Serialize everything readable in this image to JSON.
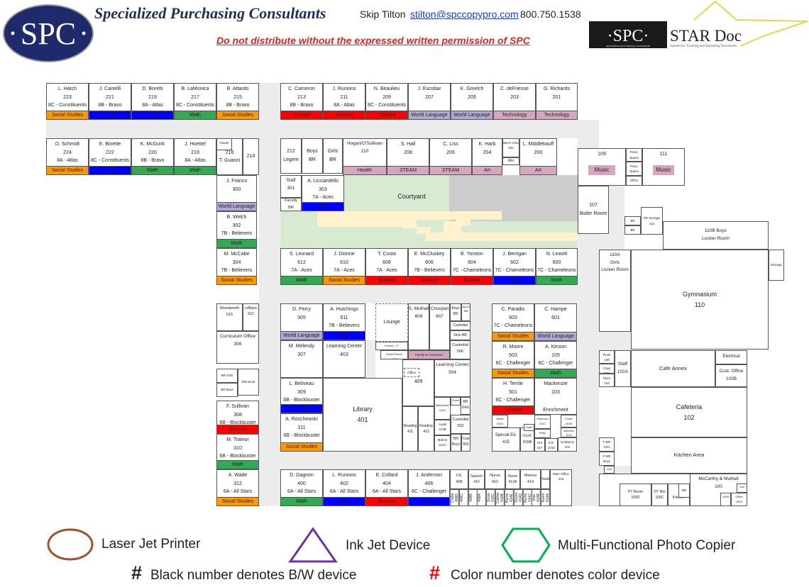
{
  "header": {
    "logo_text": "SPC",
    "company": "Specialized Purchasing Consultants",
    "contact_name": "Skip Tilton",
    "email": "stilton@spccopypro.com",
    "phone": "800.750.1538",
    "warning": "Do not distribute without the expressed written permission of SPC",
    "star_logo": {
      "spc": "·SPC·",
      "name": "STAR Doc",
      "spc_sub": "specialized purchasing consultants",
      "tagline": "System for Tracking and Reporting Documents"
    }
  },
  "subject_colors": {
    "Social Studies": "#ff9900",
    "ELA": "#0000ff",
    "Math": "#34a853",
    "Science": "#ff0000",
    "World Language": "#b4a7d6",
    "Technology": "#d5a6bd",
    "Health": "#d5a6bd",
    "STEAM": "#d5a6bd",
    "Art": "#d5a6bd",
    "Music": "#d5a6bd",
    "Enrichment": "#ffffff"
  },
  "courtyard": {
    "label": "Courtyard",
    "color": "#d9ead3",
    "path_color": "#fff2cc",
    "paved_color": "#cccccc"
  },
  "rooms": [
    {
      "lines": [
        "L. Hatch",
        "223",
        "8C - Constituents"
      ],
      "subject": "Social Studies"
    },
    {
      "lines": [
        "J. Cantelli",
        "221",
        "8B - Bravo"
      ],
      "subject": "ELA"
    },
    {
      "lines": [
        "D. Boretti",
        "219",
        "8A - Atlas"
      ],
      "subject": "ELA"
    },
    {
      "lines": [
        "B. LaMonica",
        "217",
        "8C - Constituents"
      ],
      "subject": "Math"
    },
    {
      "lines": [
        "B. Attardo",
        "215",
        "8B - Bravo"
      ],
      "subject": "Social Studies"
    },
    {
      "lines": [
        "C. Cameron",
        "213",
        "8B - Bravo"
      ],
      "subject": "Science"
    },
    {
      "lines": [
        "J. Runions",
        "211",
        "8A - Atlas"
      ],
      "subject": "Science"
    },
    {
      "lines": [
        "N. Beaulieu",
        "209",
        "8C - Constituents"
      ],
      "subject": "Science"
    },
    {
      "lines": [
        "J. Escobar",
        "207"
      ],
      "subject": "World Language"
    },
    {
      "lines": [
        "K. Gmelch",
        "205"
      ],
      "subject": "World Language"
    },
    {
      "lines": [
        "C. deFriesse",
        "203"
      ],
      "subject": "Technology"
    },
    {
      "lines": [
        "G. Richards",
        "201"
      ],
      "subject": "Technology"
    },
    {
      "lines": [
        "D. Schmidt",
        "224",
        "8A - Atlas"
      ],
      "subject": "Social Studies"
    },
    {
      "lines": [
        "E. Binette",
        "222",
        "8C - Constituents"
      ],
      "subject": "ELA"
    },
    {
      "lines": [
        "K. McGuirk",
        "220",
        "8B - Bravo"
      ],
      "subject": "Math"
    },
    {
      "lines": [
        "J. Hoettel",
        "218",
        "8A - Atlas"
      ],
      "subject": "Math"
    },
    {
      "lines": [
        "",
        "216",
        "T. Guanci"
      ]
    },
    {
      "lines": [
        "Closet"
      ]
    },
    {
      "lines": [
        "214"
      ]
    },
    {
      "lines": [
        "212",
        "Legere"
      ]
    },
    {
      "lines": [
        "Boys",
        "BR"
      ]
    },
    {
      "lines": [
        "Girls",
        "BR"
      ]
    },
    {
      "lines": [
        "Hogan/O'Sullivan",
        "210"
      ],
      "subject": "Health"
    },
    {
      "lines": [
        "S. Hall",
        "208"
      ],
      "subject": "STEAM"
    },
    {
      "lines": [
        "C. Liss",
        "206"
      ],
      "subject": "STEAM"
    },
    {
      "lines": [
        "K. Harb",
        "204"
      ],
      "subject": "Art"
    },
    {
      "lines": [
        "Sister's Closet",
        "202"
      ]
    },
    {
      "lines": [
        "Kiln"
      ]
    },
    {
      "lines": [
        "L. Middlekauff",
        "200"
      ],
      "subject": "Art"
    },
    {
      "lines": [
        "J. Franco",
        "300"
      ],
      "subject": "World Language"
    },
    {
      "lines": [
        "B. Welch",
        "302",
        "7B - Believers"
      ],
      "subject": "Math"
    },
    {
      "lines": [
        "M. McCabe",
        "304",
        "7B - Believers"
      ],
      "subject": "Social Studies"
    },
    {
      "lines": [
        "Staff",
        "301"
      ]
    },
    {
      "lines": [
        "Faculty",
        "BR"
      ]
    },
    {
      "lines": [
        "A. Licciardello",
        "303",
        "7A - Aces"
      ],
      "subject": "ELA"
    },
    {
      "lines": [
        "S. Leonard",
        "612",
        "7A - Aces"
      ],
      "subject": "Math"
    },
    {
      "lines": [
        "J. Dionne",
        "610",
        "7A - Aces"
      ],
      "subject": "Social Studies"
    },
    {
      "lines": [
        "T. Costa",
        "608",
        "7A - Aces"
      ],
      "subject": "Science"
    },
    {
      "lines": [
        "E. McCluskey",
        "606",
        "7B - Believers"
      ],
      "subject": "Science"
    },
    {
      "lines": [
        "B. Yorston",
        "604",
        "7C - Chameleons"
      ],
      "subject": "Science"
    },
    {
      "lines": [
        "J. Berrigan",
        "602",
        "7C - Chameleons"
      ],
      "subject": "ELA"
    },
    {
      "lines": [
        "N. Leavitt",
        "600",
        "7C - Chameleons"
      ],
      "subject": "Math"
    },
    {
      "lines": [
        "Woodworth",
        "615"
      ]
    },
    {
      "lines": [
        "LeBlanc",
        "613"
      ]
    },
    {
      "lines": [
        "Curriculum Office",
        "306"
      ]
    },
    {
      "lines": [
        "BR Girls"
      ]
    },
    {
      "lines": [
        "BR Boys"
      ]
    },
    {
      "lines": [
        "Electrical"
      ]
    },
    {
      "lines": [
        "F. Sullivan",
        "308",
        "6B - Blockbuster"
      ],
      "subject": "Science"
    },
    {
      "lines": [
        "M. Trainor",
        "310",
        "6B - Blockbuster"
      ],
      "subject": "Math"
    },
    {
      "lines": [
        "A. Wade",
        "312",
        "6A - All Stars"
      ],
      "subject": "Social Studies"
    },
    {
      "lines": [
        "D. Perry",
        "305"
      ],
      "subject": "World Language"
    },
    {
      "lines": [
        "A. Hutchings",
        "611",
        "7B - Believers"
      ],
      "subject": "ELA"
    },
    {
      "lines": [
        "M. Melendy",
        "307"
      ]
    },
    {
      "lines": [
        "Learning Center",
        "403"
      ]
    },
    {
      "lines": [
        "L. Beliveau",
        "309",
        "6B - Blockbuster"
      ],
      "subject": "ELA"
    },
    {
      "lines": [
        "A. Roschewski",
        "311",
        "6B - Blockbuster"
      ],
      "subject": "Social Studies"
    },
    {
      "lines": [
        "Library",
        "401"
      ]
    },
    {
      "lines": [
        "Lounge"
      ]
    },
    {
      "lines": [
        "S. Mulhall",
        "609"
      ]
    },
    {
      "lines": [
        "Choojian",
        "607"
      ]
    },
    {
      "lines": [
        "Boys",
        "BR"
      ]
    },
    {
      "lines": [
        "Copy Rm",
        "508"
      ]
    },
    {
      "lines": [
        "Custodial"
      ]
    },
    {
      "lines": [
        "Girls  BR"
      ]
    },
    {
      "lines": [
        "Custodial",
        "506"
      ]
    },
    {
      "lines": [
        "Krauss - IT",
        "405"
      ]
    },
    {
      "lines": [
        "Green Room",
        "407"
      ]
    },
    {
      "lines": [
        "Family & Consumer",
        "Sciences"
      ],
      "fill": "#d5a6bd"
    },
    {
      "lines": [
        "",
        "",
        "409"
      ]
    },
    {
      "lines": [
        "Office"
      ]
    },
    {
      "lines": [
        "Learning Center",
        "504"
      ]
    },
    {
      "lines": [
        "Reading",
        "411"
      ]
    },
    {
      "lines": [
        "Reading",
        "413"
      ]
    },
    {
      "lines": [
        "Blanchard",
        "413C"
      ]
    },
    {
      "lines": [
        "Angle",
        "413B"
      ]
    },
    {
      "lines": [
        "Mahon",
        "413A"
      ]
    },
    {
      "lines": [
        "Closet"
      ]
    },
    {
      "lines": [
        "BR",
        "Girls"
      ]
    },
    {
      "lines": [
        "Custodial",
        "502"
      ]
    },
    {
      "lines": [
        "BR",
        "Boys"
      ]
    },
    {
      "lines": [
        "Cust",
        "500"
      ]
    },
    {
      "lines": [
        "C. Paradis",
        "603",
        "7C - Chameleons"
      ],
      "subject": "Social Studies"
    },
    {
      "lines": [
        "C. Hampe",
        "601"
      ],
      "subject": "World Language"
    },
    {
      "lines": [
        "R. Moore",
        "503",
        "6C - Challenger"
      ],
      "subject": "Social Studies"
    },
    {
      "lines": [
        "A. Kinson",
        "105",
        "6C - Challenger"
      ],
      "subject": "Math"
    },
    {
      "lines": [
        "H. Terrile",
        "501",
        "6C - Challenger"
      ],
      "subject": "Science"
    },
    {
      "lines": [
        "Mackenzie",
        "103"
      ],
      "subject": "Enrichment"
    },
    {
      "lines": [
        "Dawn",
        "415A"
      ]
    },
    {
      "lines": [
        "Special Ed.",
        "415"
      ]
    },
    {
      "lines": [
        "Conf.",
        "415B"
      ]
    },
    {
      "lines": [
        "Closet"
      ]
    },
    {
      "lines": [
        "Pascucci",
        "101C"
      ]
    },
    {
      "lines": [
        "Petry",
        "101D"
      ]
    },
    {
      "lines": [
        "ISS",
        "417"
      ]
    },
    {
      "lines": [
        "K.B.",
        "101E"
      ]
    },
    {
      "lines": [
        "Costa",
        "101B"
      ]
    },
    {
      "lines": [
        "Mahones",
        "101A"
      ]
    },
    {
      "lines": [
        "Guidance",
        "101"
      ]
    },
    {
      "lines": [
        "D. Gagnon",
        "400",
        "6A - All Stars"
      ],
      "subject": "Math"
    },
    {
      "lines": [
        "L. Runions",
        "402",
        "6A - All Stars"
      ],
      "subject": "ELA"
    },
    {
      "lines": [
        "E. Collard",
        "404",
        "6A - All Stars"
      ],
      "subject": "Science"
    },
    {
      "lines": [
        "J. Anderson",
        "406",
        "6C - Challenger"
      ],
      "subject": "ELA"
    },
    {
      "lines": [
        "I.N.",
        "408"
      ]
    },
    {
      "lines": [
        "Speech",
        "410"
      ]
    },
    {
      "lines": [
        "Nurse",
        "412"
      ]
    },
    {
      "lines": [
        "Nurse",
        "412A"
      ]
    },
    {
      "lines": [
        "Mencis",
        "414"
      ]
    },
    {
      "lines": [
        "Vault"
      ]
    },
    {
      "lines": [
        "Main Office",
        "416"
      ]
    },
    {
      "lines": [
        "109"
      ],
      "subject": "Music"
    },
    {
      "lines": [
        "Pract.",
        "Space"
      ]
    },
    {
      "lines": [
        "Pract.",
        "Space"
      ]
    },
    {
      "lines": [
        "Office"
      ]
    },
    {
      "lines": [
        "111"
      ],
      "subject": "Music"
    },
    {
      "lines": [
        "107",
        "Boiler Room"
      ]
    },
    {
      "lines": [
        "BR"
      ]
    },
    {
      "lines": [
        "BR"
      ]
    },
    {
      "lines": [
        "PE Storage",
        "112"
      ]
    },
    {
      "lines": [
        "110B        Boys",
        "Locker Room"
      ]
    },
    {
      "lines": [
        "Storage"
      ]
    },
    {
      "lines": [
        "110A",
        "Girls",
        "Locker Room"
      ]
    },
    {
      "lines": [
        "Gymnasium",
        "110"
      ]
    },
    {
      "lines": [
        "Ficek",
        "108"
      ]
    },
    {
      "lines": [
        "Copy",
        "106"
      ]
    },
    {
      "lines": [
        "Store",
        "104"
      ]
    },
    {
      "lines": [
        "Staff",
        "102A"
      ]
    },
    {
      "lines": [
        "Cafe Annex"
      ]
    },
    {
      "lines": [
        "Electrical"
      ]
    },
    {
      "lines": [
        "Cust. Office",
        "102B"
      ]
    },
    {
      "lines": [
        "Cafeteria",
        "102"
      ]
    },
    {
      "lines": [
        "F-BR",
        "Girls"
      ]
    },
    {
      "lines": [
        "F-BR",
        "Boys"
      ]
    },
    {
      "lines": [
        "Cust"
      ]
    },
    {
      "lines": [
        "Kitchen Area"
      ]
    },
    {
      "lines": [
        "PT Room",
        "100D"
      ]
    },
    {
      "lines": [
        "OT Rm",
        "100C"
      ]
    },
    {
      "lines": [
        "",
        "Kitchen"
      ]
    },
    {
      "lines": [
        "BR"
      ]
    },
    {
      "lines": [
        "McCarthy & Mulhall",
        "100"
      ]
    },
    {
      "lines": [
        "100B"
      ]
    },
    {
      "lines": [
        "Office",
        "100A"
      ]
    },
    {
      "lines": [
        "Cust"
      ]
    }
  ],
  "small_rooms": [
    "Crotts 408D",
    "408C",
    "408B",
    "408A",
    "Sirois 410C",
    "Collins 410B",
    "Nurse 414E",
    "Sicora 414D",
    "Nurse 414C",
    "Vital 414B",
    "Ewen 414A"
  ],
  "legend": {
    "items": [
      {
        "icon": "circle",
        "label": "Laser Jet Printer",
        "color": "#a0522d"
      },
      {
        "icon": "triangle",
        "label": "Ink Jet Device",
        "color": "#7030a0"
      },
      {
        "icon": "hexagon",
        "label": "Multi-Functional Photo Copier",
        "color": "#00b050"
      }
    ],
    "bw_symbol": "#",
    "bw_label": "Black number denotes B/W device",
    "color_symbol": "#",
    "color_label": "Color number denotes color device",
    "color_symbol_color": "#ff0000"
  }
}
